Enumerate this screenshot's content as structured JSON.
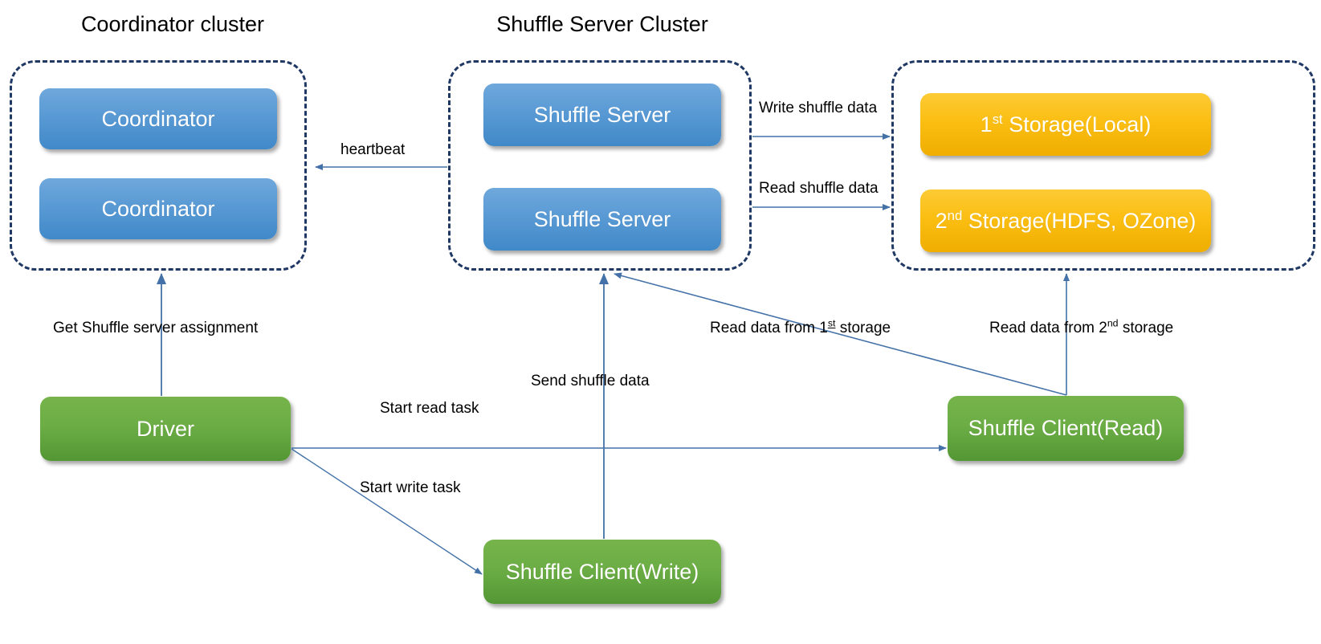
{
  "diagram": {
    "title_groups": [
      {
        "id": "coordinator-cluster-title",
        "label": "Coordinator cluster"
      },
      {
        "id": "shuffle-server-cluster-title",
        "label": "Shuffle Server Cluster"
      }
    ],
    "colors": {
      "node_blue": "#5B9BD5",
      "node_green": "#6CAD45",
      "node_yellow": "#FBBE12",
      "cluster_border": "#1F3864",
      "arrow": "#4472A8",
      "text_light": "#FFFFFF",
      "text_dark": "#000000",
      "background": "#FFFFFF"
    },
    "clusters": [
      {
        "id": "coordinator-cluster",
        "title": "Coordinator cluster"
      },
      {
        "id": "shuffle-server-cluster",
        "title": "Shuffle Server Cluster"
      },
      {
        "id": "storage-cluster",
        "title": ""
      }
    ],
    "nodes": {
      "coordinator_1": "Coordinator",
      "coordinator_2": "Coordinator",
      "shuffle_server_1": "Shuffle Server",
      "shuffle_server_2": "Shuffle Server",
      "storage_1_prefix": "1",
      "storage_1_sup": "st",
      "storage_1_suffix": " Storage(Local)",
      "storage_2_prefix": "2",
      "storage_2_sup": "nd",
      "storage_2_suffix": " Storage(HDFS, OZone)",
      "driver": "Driver",
      "shuffle_client_read": "Shuffle Client(Read)",
      "shuffle_client_write": "Shuffle Client(Write)"
    },
    "edges": {
      "heartbeat": "heartbeat",
      "write_shuffle_data": "Write shuffle data",
      "read_shuffle_data": "Read shuffle data",
      "get_shuffle_server_assignment": "Get Shuffle server assignment",
      "send_shuffle_data": "Send shuffle data",
      "start_read_task": "Start read task",
      "start_write_task": "Start write task",
      "read_data_from_1st_storage_prefix": "Read data from 1",
      "read_data_from_1st_storage_sup": "st",
      "read_data_from_1st_storage_suffix": " storage",
      "read_data_from_2nd_storage_prefix": "Read data from 2",
      "read_data_from_2nd_storage_sup": "nd",
      "read_data_from_2nd_storage_suffix": " storage"
    }
  }
}
